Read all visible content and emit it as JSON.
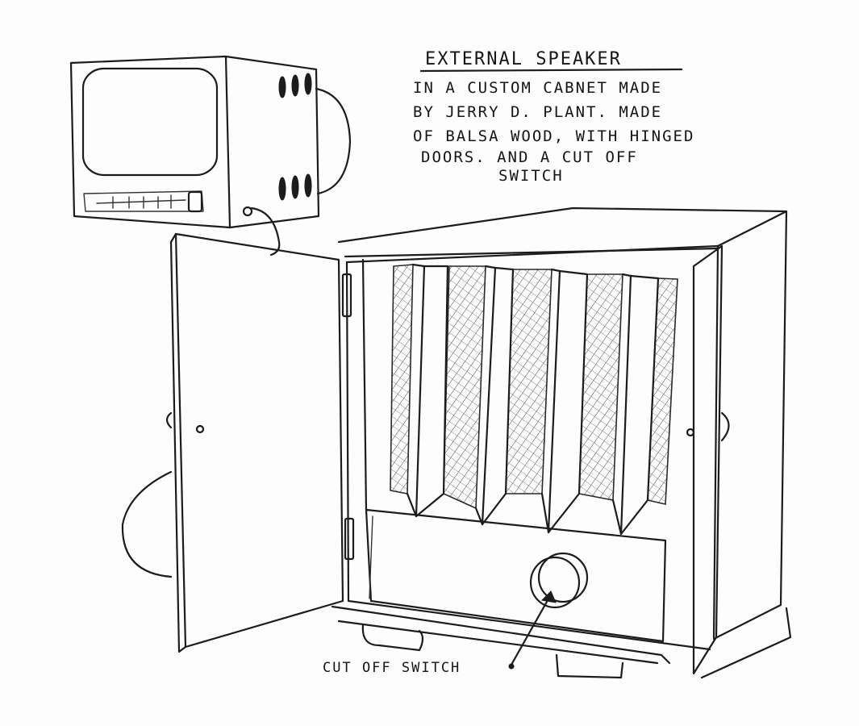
{
  "title": "EXTERNAL SPEAKER",
  "description_lines": [
    "IN A CUSTOM CABNET MADE",
    "BY JERRY D. PLANT. MADE",
    "OF BALSA WOOD, WITH HINGED",
    "DOORS. AND A CUT OFF",
    "SWITCH"
  ],
  "callout_label": "CUT OFF SWITCH",
  "colors": {
    "ink": "#1c1c1c",
    "paper": "#fdfdfd"
  }
}
